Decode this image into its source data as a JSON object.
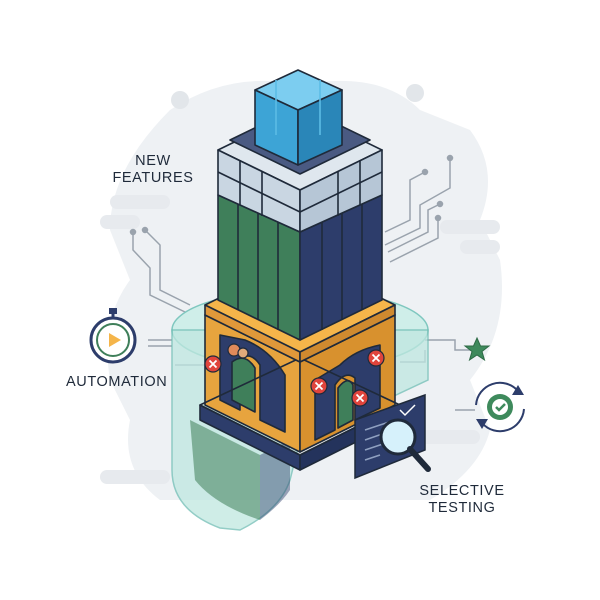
{
  "labels": {
    "new_features": [
      "NEW",
      "FEATURES"
    ],
    "automation": "AUTOMATION",
    "selective_testing": [
      "SELECTIVE",
      "TESTING"
    ]
  },
  "colors": {
    "navy": "#2d3d6b",
    "green": "#3f7f5a",
    "cyan_top": "#3da4d6",
    "gold": "#e2a23a",
    "orange": "#f5b54a",
    "glass": "#a8ddd6",
    "red": "#e0443c",
    "bg_shape": "#eef1f4",
    "accent_green": "#3e8a5c"
  },
  "icons": [
    "stopwatch-icon",
    "star-icon",
    "refresh-check-icon",
    "magnifier-icon",
    "error-x-icon",
    "cube-icon",
    "shield-icon"
  ]
}
